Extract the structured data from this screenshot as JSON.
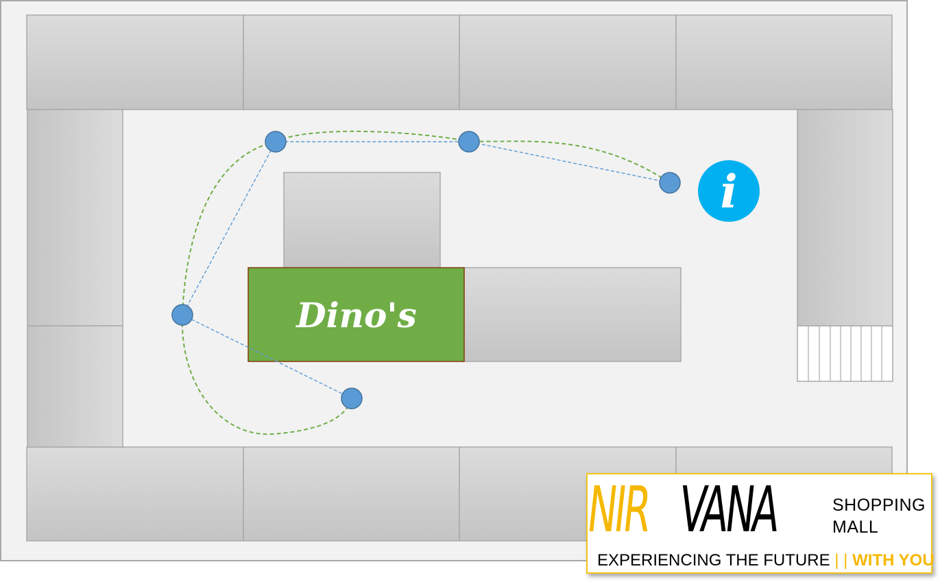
{
  "map": {
    "store_label": "Dino's",
    "info_symbol": "i",
    "colors": {
      "floor": "#f2f2f2",
      "store_fill": "#cfcfcf",
      "highlight_store": "#70ad47",
      "node": "#5b9bd5",
      "route_dashed_blue": "#5b9bd5",
      "route_dashed_green": "#70ad47",
      "info_icon": "#00b0f0"
    }
  },
  "logo": {
    "brand_part1": "NIR",
    "brand_part2": "VANA",
    "subtitle_line1": "SHOPPING",
    "subtitle_line2": "MALL",
    "tagline_main": "EXPERIENCING THE FUTURE",
    "tagline_separator": "| |",
    "tagline_emphasis": "WITH YOU",
    "colors": {
      "accent": "#f5b800",
      "text": "#000000"
    }
  }
}
